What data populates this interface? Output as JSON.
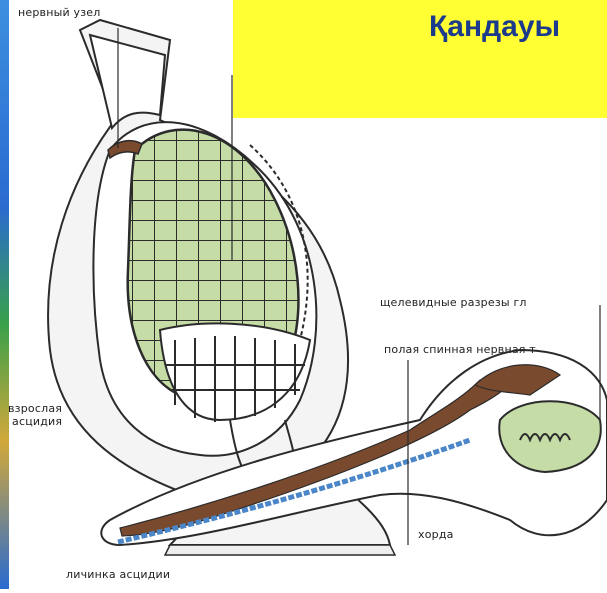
{
  "title": "Қандауы",
  "labels": {
    "nerve_ganglion": "нервный узел",
    "gill_slits": "щелевидные разрезы гл",
    "hollow_nerve_tube": "полая спинная нервная т",
    "adult_ascidian_line1": "взрослая",
    "adult_ascidian_line2": "асцидия",
    "notochord": "хорда",
    "larva": "личинка асцидии"
  },
  "colors": {
    "title_background": "#ffff33",
    "title_text": "#1b3a8c",
    "pharynx_fill": "#c5dca6",
    "nerve_brown": "#7a4a2e",
    "notochord_blue": "#4a86c8",
    "left_stripe": "#2a6bd0",
    "outline": "#2b2b2b"
  }
}
